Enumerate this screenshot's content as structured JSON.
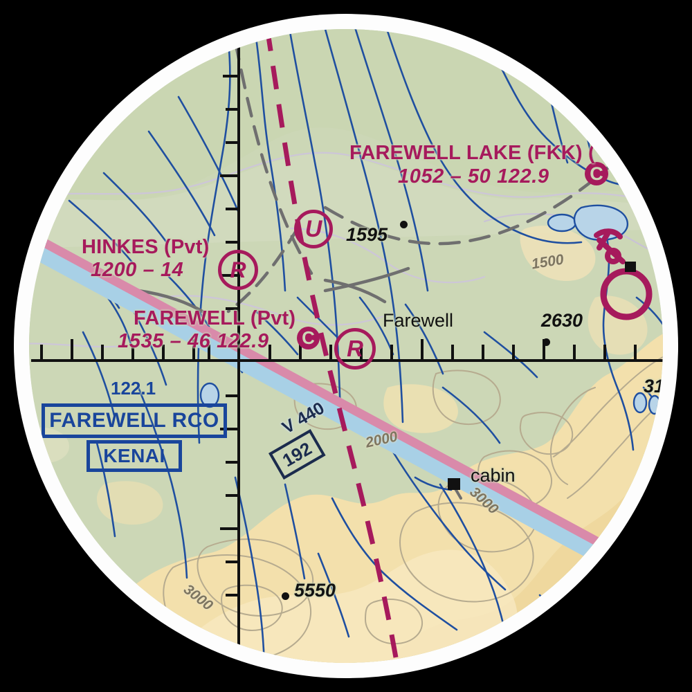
{
  "chart": {
    "type": "aeronautical-sectional",
    "region": "Farewell, Alaska",
    "background_color": "#000000",
    "sticker_color": "#fdfdfd",
    "land_color": "#ccd7b6",
    "terrain_color": "#f3e0ac",
    "magenta": "#a61a5c",
    "blue": "#19459b",
    "airway_pink": "#d98aaa",
    "airway_blue": "#a8d0e6"
  },
  "airports": [
    {
      "name": "FAREWELL LAKE (FKK) (",
      "data": "1052 – 50 122.9",
      "badge": "C",
      "badge_style": "solid"
    },
    {
      "name": "HINKES (Pvt)",
      "data": "1200 – 14",
      "badge": "R",
      "badge_style": "open"
    },
    {
      "name": "FAREWELL (Pvt)",
      "data": "1535 – 46 122.9",
      "badge": "C",
      "badge_style": "solid",
      "badge2": "R",
      "badge2_style": "open"
    }
  ],
  "symbols": {
    "unverified": "U"
  },
  "places": [
    {
      "label": "Farewell"
    },
    {
      "label": "cabin"
    }
  ],
  "elevations": [
    {
      "label": "1595"
    },
    {
      "label": "2630"
    },
    {
      "label": "5550"
    },
    {
      "label": "31"
    }
  ],
  "contours": [
    {
      "label": "1500"
    },
    {
      "label": "2000"
    },
    {
      "label": "3000"
    },
    {
      "label": "3000"
    }
  ],
  "radio": {
    "frequency": "122.1",
    "name": "FAREWELL RCO",
    "parent": "KENAI"
  },
  "airway": {
    "designator": "V 440",
    "mea_box": "192"
  }
}
